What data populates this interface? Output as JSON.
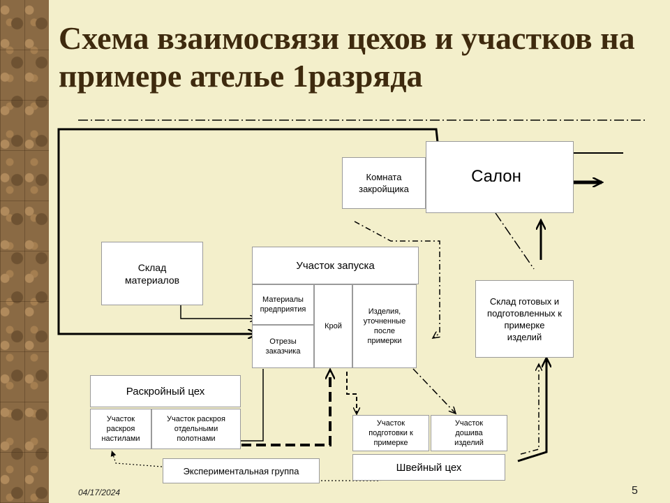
{
  "title": "Схема взаимосвязи цехов и участков на примере ателье 1разряда",
  "footer": {
    "date": "04/17/2024",
    "page": "5"
  },
  "nodes": {
    "salon": "Салон",
    "cutter_room": "Комната\nзакройщика",
    "materials_warehouse": "Склад\nматериалов",
    "launch_area": "Участок запуска",
    "company_materials": "Материалы\nпредприятия",
    "customer_cuts": "Отрезы\nзаказчика",
    "cut": "Крой",
    "refined_items": "Изделия,\nуточненные\nпосле\nпримерки",
    "finished_warehouse": "Склад готовых и\nподготовленных к\nпримерке\nизделий",
    "cutting_shop": "Раскройный цех",
    "layer_cutting": "Участок\nраскроя\nнастилами",
    "single_cutting": "Участок раскроя\nотдельными\nполотнами",
    "fitting_prep": "Участок\nподготовки к\nпримерке",
    "finishing": "Участок\nдошива\nизделий",
    "sewing_shop": "Швейный цех",
    "experimental_group": "Экспериментальная группа"
  }
}
